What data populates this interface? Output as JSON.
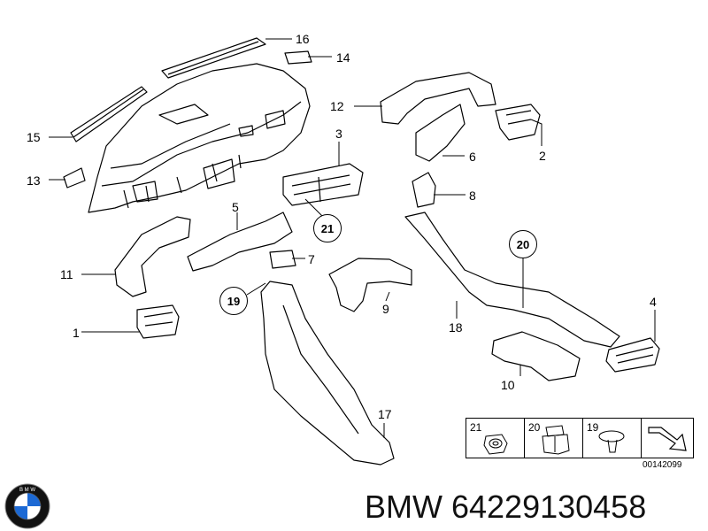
{
  "callouts": {
    "c1": "1",
    "c2": "2",
    "c3": "3",
    "c4": "4",
    "c5": "5",
    "c6": "6",
    "c7": "7",
    "c8": "8",
    "c9": "9",
    "c10": "10",
    "c11": "11",
    "c12": "12",
    "c13": "13",
    "c14": "14",
    "c15": "15",
    "c16": "16",
    "c17": "17",
    "c18": "18"
  },
  "circled": {
    "n19": "19",
    "n20": "20",
    "n21": "21"
  },
  "legend": {
    "n21": "21",
    "n20": "20",
    "n19": "19"
  },
  "ref_code": "00142099",
  "part_number": "BMW 64229130458",
  "logo": {
    "brand": "BMW",
    "icon": "bmw-roundel-icon",
    "colors": {
      "blue": "#1c69d4",
      "black": "#111111",
      "white": "#ffffff"
    }
  }
}
